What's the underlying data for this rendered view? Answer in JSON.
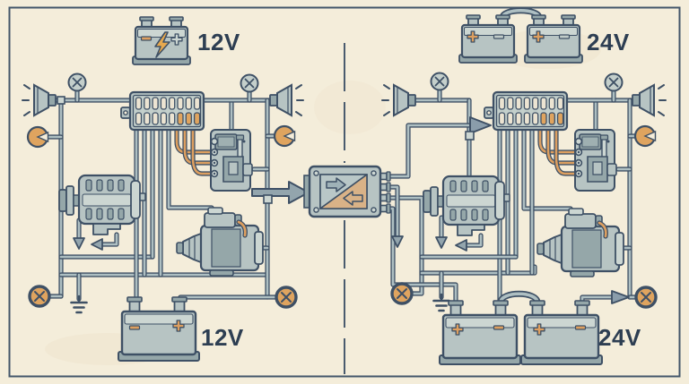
{
  "diagram": {
    "type": "comparison-wiring-diagram",
    "labels": {
      "left_top": "12V",
      "left_bottom": "12V",
      "right_top": "24V",
      "right_bottom": "24V"
    },
    "colors": {
      "paper": "#f4edda",
      "ink": "#3e5065",
      "metal": "#b7c4c3",
      "metal_light": "#ccd6d2",
      "metal_dark": "#95a7a9",
      "wire": "#aebfc2",
      "orange": "#dd9f60",
      "tan": "#d9b287",
      "label_text": "#2d3e52"
    },
    "panels": {
      "left": {
        "voltage": "12V",
        "components": [
          "battery-icon",
          "horn",
          "indicator-lamp",
          "fuse-box",
          "regulator-relay",
          "alternator",
          "starter-motor",
          "battery",
          "ground",
          "warning-lamp"
        ]
      },
      "right": {
        "voltage": "24V",
        "components": [
          "dual-battery-icon",
          "horn",
          "indicator-lamp",
          "fuse-box",
          "regulator-relay",
          "alternator",
          "starter-motor",
          "dual-battery",
          "ground",
          "warning-lamp"
        ]
      },
      "center": {
        "components": [
          "dc-dc-converter"
        ]
      }
    }
  }
}
